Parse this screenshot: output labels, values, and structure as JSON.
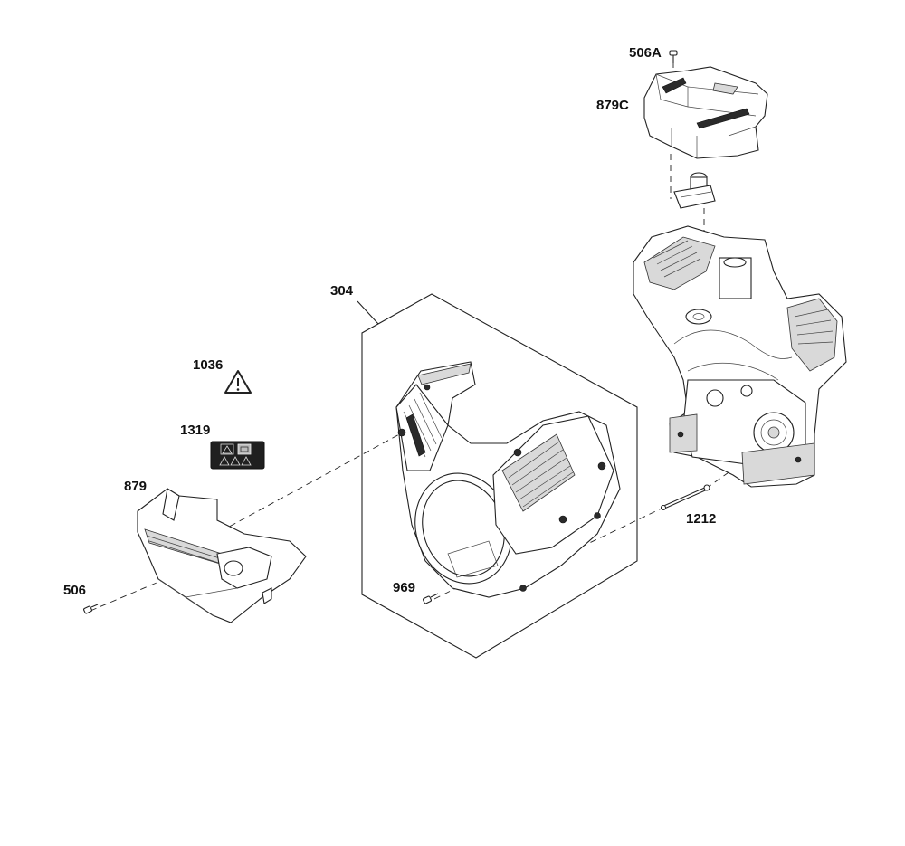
{
  "callouts": {
    "c506a": "506A",
    "c879c": "879C",
    "c304": "304",
    "c1036": "1036",
    "c1319": "1319",
    "c879": "879",
    "c506": "506",
    "c969": "969",
    "c1212": "1212"
  }
}
